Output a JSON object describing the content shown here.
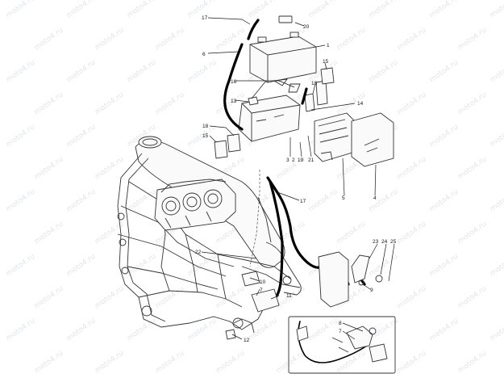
{
  "diagram": {
    "watermark_text": "moto4.ru",
    "callouts": [
      {
        "id": "c17a",
        "label": "17"
      },
      {
        "id": "c20",
        "label": "20"
      },
      {
        "id": "c1",
        "label": "1"
      },
      {
        "id": "c6",
        "label": "6"
      },
      {
        "id": "c15a",
        "label": "15"
      },
      {
        "id": "c16",
        "label": "16"
      },
      {
        "id": "c18a",
        "label": "18"
      },
      {
        "id": "c13",
        "label": "13"
      },
      {
        "id": "c14",
        "label": "14"
      },
      {
        "id": "c18b",
        "label": "18"
      },
      {
        "id": "c15b",
        "label": "15"
      },
      {
        "id": "c3",
        "label": "3"
      },
      {
        "id": "c2",
        "label": "2"
      },
      {
        "id": "c19",
        "label": "19"
      },
      {
        "id": "c21",
        "label": "21"
      },
      {
        "id": "c5",
        "label": "5"
      },
      {
        "id": "c4",
        "label": "4"
      },
      {
        "id": "c17b",
        "label": "17"
      },
      {
        "id": "c22",
        "label": "22"
      },
      {
        "id": "c23",
        "label": "23"
      },
      {
        "id": "c24",
        "label": "24"
      },
      {
        "id": "c25",
        "label": "25"
      },
      {
        "id": "c10",
        "label": "10"
      },
      {
        "id": "c7a",
        "label": "7"
      },
      {
        "id": "c11",
        "label": "11"
      },
      {
        "id": "c9",
        "label": "9"
      },
      {
        "id": "c12",
        "label": "12"
      },
      {
        "id": "c8",
        "label": "8"
      },
      {
        "id": "c7b",
        "label": "7"
      }
    ]
  }
}
